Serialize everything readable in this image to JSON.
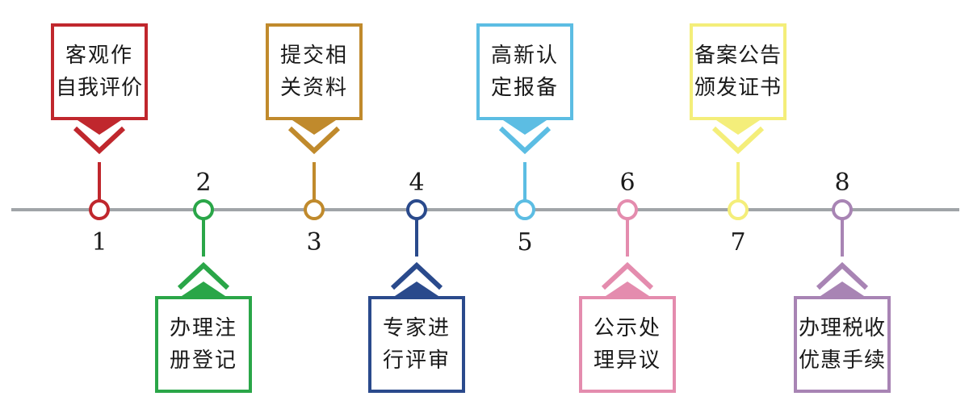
{
  "timeline": {
    "line_color": "#a0a4a8",
    "steps": [
      {
        "number": "1",
        "lines": [
          "客观作",
          "自我评价"
        ],
        "color": "#c0272d",
        "position": "top"
      },
      {
        "number": "2",
        "lines": [
          "办理注",
          "册登记"
        ],
        "color": "#2aa648",
        "position": "bottom"
      },
      {
        "number": "3",
        "lines": [
          "提交相",
          "关资料"
        ],
        "color": "#c08a2c",
        "position": "top"
      },
      {
        "number": "4",
        "lines": [
          "专家进",
          "行评审"
        ],
        "color": "#2a4a8c",
        "position": "bottom"
      },
      {
        "number": "5",
        "lines": [
          "高新认",
          "定报备"
        ],
        "color": "#5cbde3",
        "position": "top"
      },
      {
        "number": "6",
        "lines": [
          "公示处",
          "理异议"
        ],
        "color": "#e48cae",
        "position": "bottom"
      },
      {
        "number": "7",
        "lines": [
          "备案公告",
          "颁发证书"
        ],
        "color": "#f4ee7a",
        "position": "top"
      },
      {
        "number": "8",
        "lines": [
          "办理税收",
          "优惠手续"
        ],
        "color": "#a884b4",
        "position": "bottom"
      }
    ]
  }
}
